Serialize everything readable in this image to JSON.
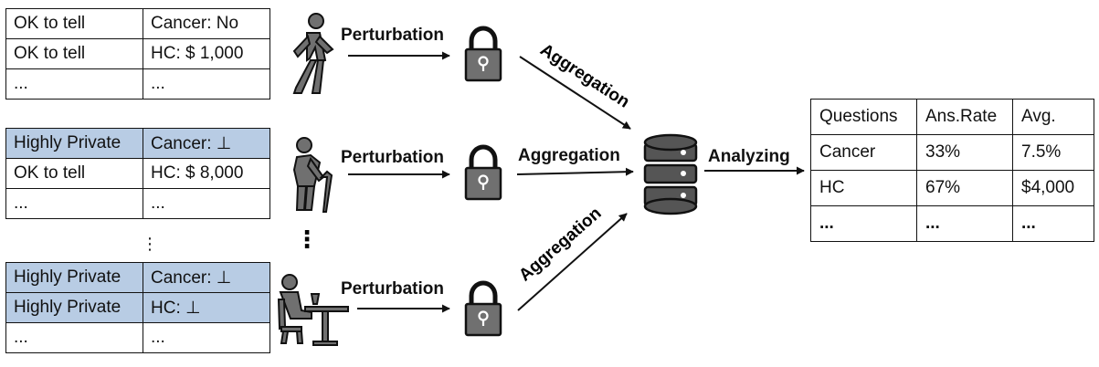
{
  "users": [
    {
      "rows": [
        {
          "a": "OK to tell",
          "b": "Cancer: No",
          "private": false
        },
        {
          "a": "OK to tell",
          "b": "HC: $ 1,000",
          "private": false
        },
        {
          "a": "...",
          "b": "...",
          "private": false
        }
      ]
    },
    {
      "rows": [
        {
          "a": "Highly Private",
          "b": "Cancer: ⊥",
          "private": true
        },
        {
          "a": "OK to tell",
          "b": "HC: $ 8,000",
          "private": false
        },
        {
          "a": "...",
          "b": "...",
          "private": false
        }
      ]
    },
    {
      "rows": [
        {
          "a": "Highly Private",
          "b": "Cancer: ⊥",
          "private": true
        },
        {
          "a": "Highly Private",
          "b": "HC: ⊥",
          "private": true
        },
        {
          "a": "...",
          "b": "...",
          "private": false
        }
      ]
    }
  ],
  "labels": {
    "perturbation": "Perturbation",
    "aggregation": "Aggregation",
    "analyzing": "Analyzing"
  },
  "ellipsis": {
    "small": "⋮",
    "bold": "⋮"
  },
  "result_table": {
    "headers": [
      "Questions",
      "Ans.Rate",
      "Avg."
    ],
    "rows": [
      [
        "Cancer",
        "33%",
        "7.5%"
      ],
      [
        "HC",
        "67%",
        "$4,000"
      ],
      [
        "...",
        "...",
        "..."
      ]
    ]
  },
  "colors": {
    "private_fill": "#b8cce4",
    "icon": "#707070",
    "icon_dark": "#555555",
    "line": "#111111"
  },
  "icons": [
    "walking-person-icon",
    "elderly-person-with-cane-icon",
    "seated-person-at-table-icon",
    "padlock-icon",
    "database-icon"
  ]
}
